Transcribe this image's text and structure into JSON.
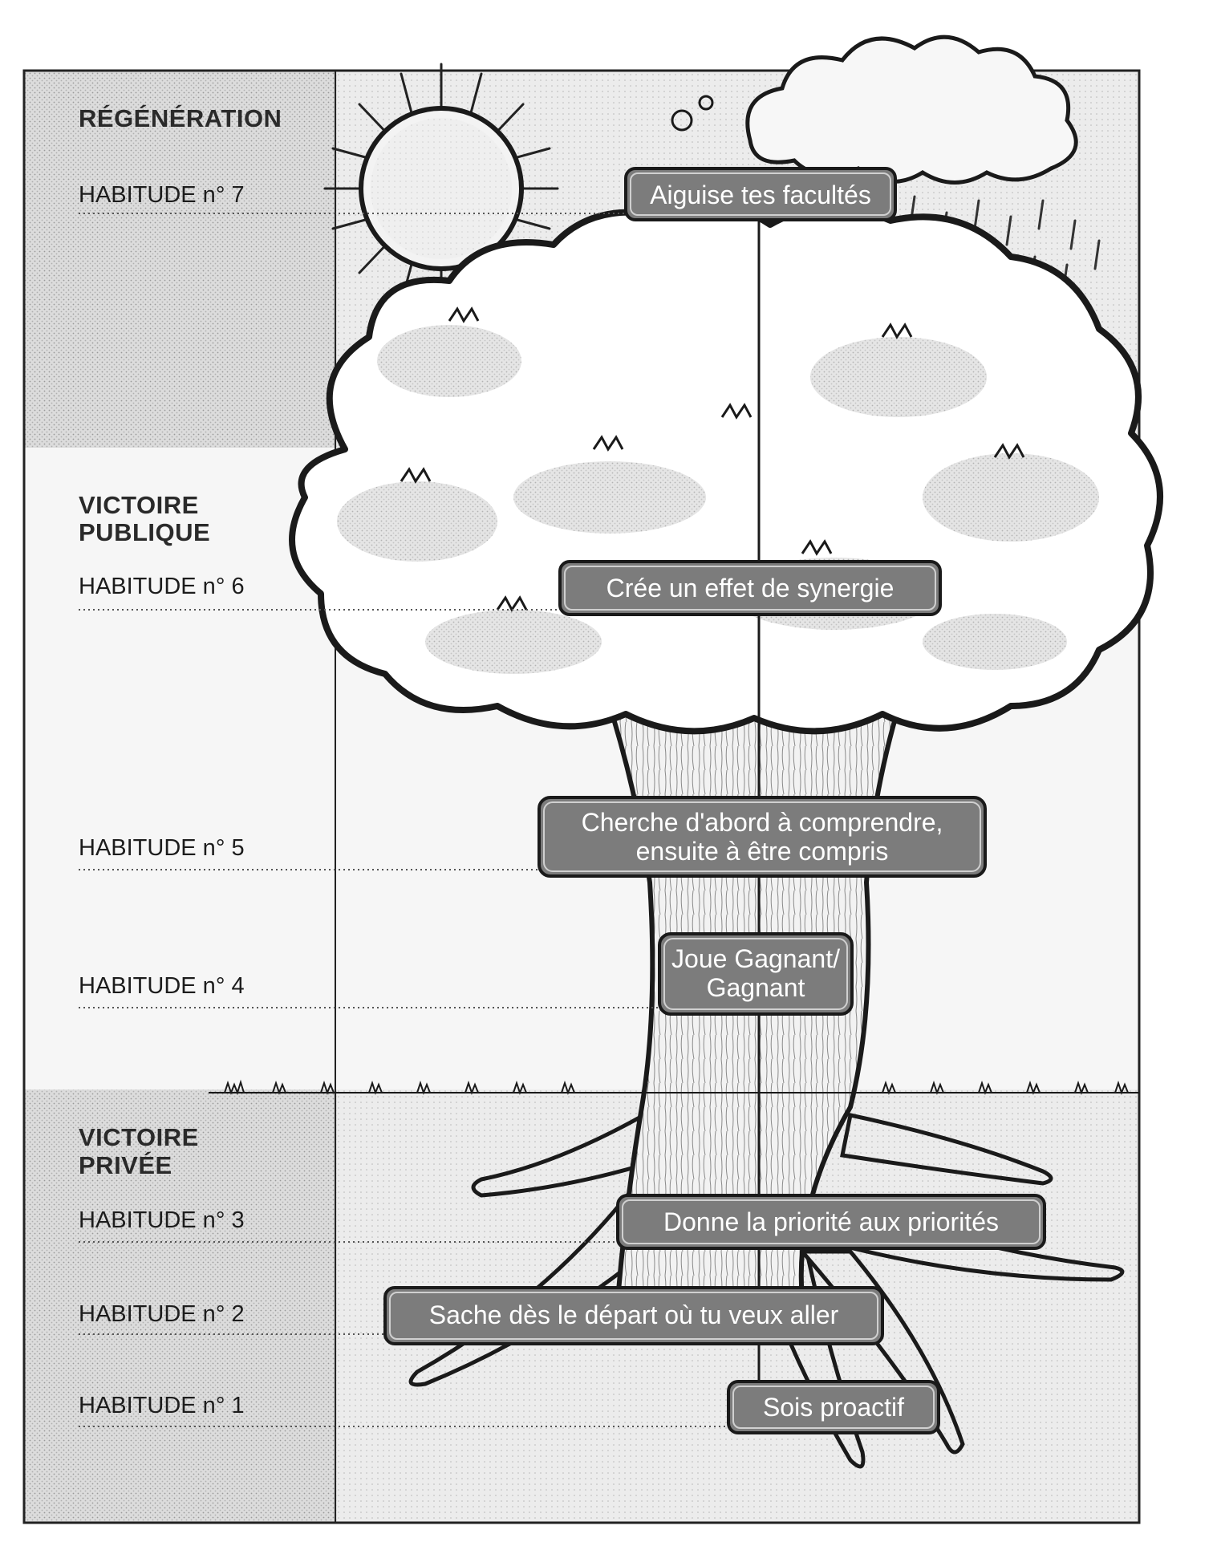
{
  "sections": {
    "regeneration": "RÉGÉNÉRATION",
    "public_victory": [
      "VICTOIRE",
      "PUBLIQUE"
    ],
    "private_victory": [
      "VICTOIRE",
      "PRIVÉE"
    ]
  },
  "habit_labels": {
    "h7": "HABITUDE n° 7",
    "h6": "HABITUDE n° 6",
    "h5": "HABITUDE n° 5",
    "h4": "HABITUDE n° 4",
    "h3": "HABITUDE n° 3",
    "h2": "HABITUDE n° 2",
    "h1": "HABITUDE n° 1"
  },
  "habit_boxes": {
    "h7": [
      "Aiguise tes facultés"
    ],
    "h6": [
      "Crée un effet de synergie"
    ],
    "h5": [
      "Cherche d'abord à comprendre,",
      "ensuite à être compris"
    ],
    "h4": [
      "Joue Gagnant/",
      "Gagnant"
    ],
    "h3": [
      "Donne la priorité aux priorités"
    ],
    "h2": [
      "Sache dès le départ où tu veux aller"
    ],
    "h1": [
      "Sois proactif"
    ]
  },
  "colors": {
    "box_fill": "#7c7c7c",
    "shade_light": "#e6e6e6",
    "shade_mid": "#d2d2d2",
    "outline": "#1a1a1a"
  },
  "icons": [
    "sun-icon",
    "cloud-icon",
    "rain-icon",
    "tree-icon",
    "grass-icon",
    "roots-icon"
  ]
}
